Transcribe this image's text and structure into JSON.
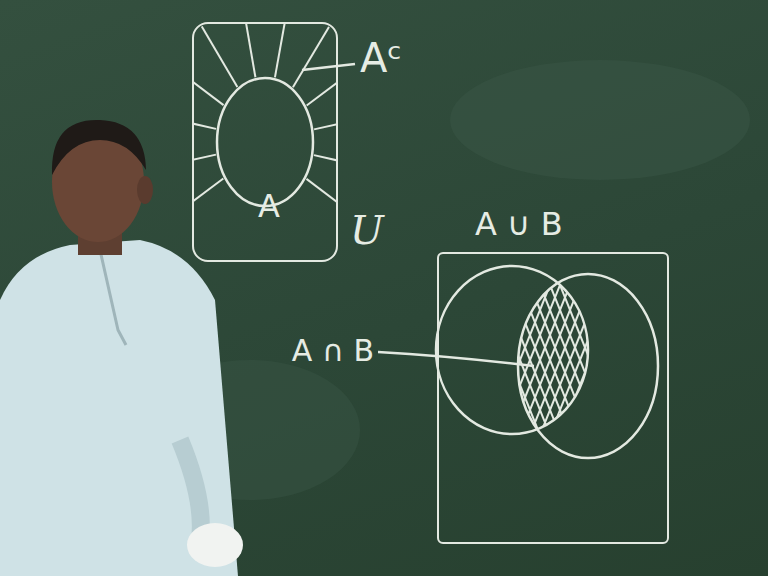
{
  "diagram": {
    "nodes": [
      {
        "text": [
          "A"
        ]
      },
      {
        "text": [
          "A ∪ B"
        ]
      }
    ],
    "labels": [
      "Aᶜ",
      "U",
      "A ∩ B"
    ]
  }
}
